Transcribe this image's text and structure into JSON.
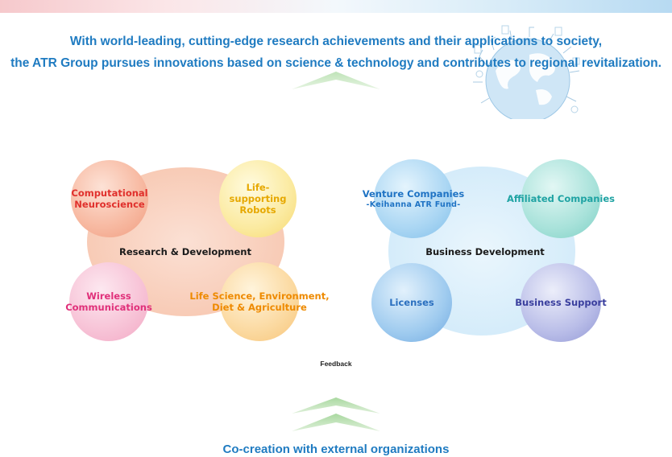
{
  "headline": {
    "line1": "With world-leading, cutting-edge research achievements and their applications to society,",
    "line2": "the ATR Group pursues innovations based on science & technology and contributes to regional revitalization."
  },
  "research": {
    "title": "Research & Development",
    "bubbles": {
      "neuro": [
        "Computational",
        "Neuroscience"
      ],
      "robots": [
        "Life-supporting",
        "Robots"
      ],
      "wireless": [
        "Wireless",
        "Communications"
      ],
      "life": [
        "Life Science, Environment,",
        "Diet & Agriculture"
      ]
    }
  },
  "business": {
    "title": "Business Development",
    "bubbles": {
      "venture": [
        "Venture Companies",
        "-Keihanna ATR Fund-"
      ],
      "affiliated": "Affiliated Companies",
      "licenses": "Licenses",
      "support": "Business Support"
    }
  },
  "feedback": "Feedback",
  "bottom": "Co-creation with external organizations",
  "colors": {
    "headline": "#1f7bc1",
    "neuro": "#e0302c",
    "robots": "#e6a800",
    "wireless": "#e0307a",
    "life": "#ee8a00",
    "venture": "#1f73c4",
    "affiliated": "#1fa3a3",
    "licenses": "#2a6fbf",
    "support": "#3a3f9e"
  }
}
